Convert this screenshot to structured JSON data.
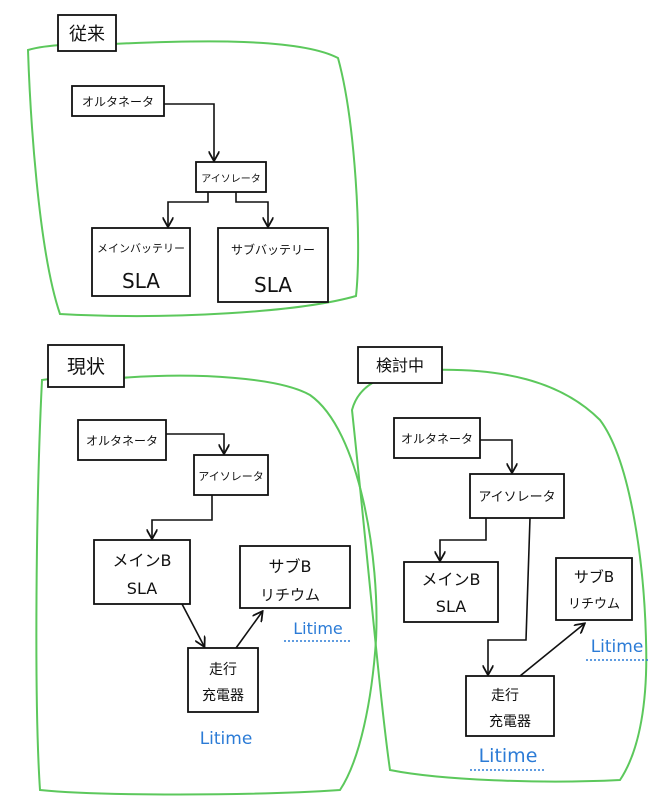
{
  "colors": {
    "region": "#5cc85c",
    "ink": "#111111",
    "litime": "#2b7bd6"
  },
  "panels": {
    "juurai": {
      "title": "従来",
      "alternator": "オルタネータ",
      "isolator": "アイソレータ",
      "main_line1": "メインバッテリー",
      "main_line2": "SLA",
      "sub_line1": "サブバッテリー",
      "sub_line2": "SLA"
    },
    "genjou": {
      "title": "現状",
      "alternator": "オルタネータ",
      "isolator": "アイソレータ",
      "main_line1": "メインB",
      "main_line2": "SLA",
      "sub_line1": "サブB",
      "sub_line2": "リチウム",
      "sub_brand": "Litime",
      "charger_line1": "走行",
      "charger_line2": "充電器",
      "charger_brand": "Litime"
    },
    "kentou": {
      "title": "検討中",
      "alternator": "オルタネータ",
      "isolator": "アイソレータ",
      "main_line1": "メインB",
      "main_line2": "SLA",
      "sub_line1": "サブB",
      "sub_line2": "リチウム",
      "sub_brand": "Litime",
      "charger_line1": "走行",
      "charger_line2": "充電器",
      "charger_brand": "Litime"
    }
  }
}
